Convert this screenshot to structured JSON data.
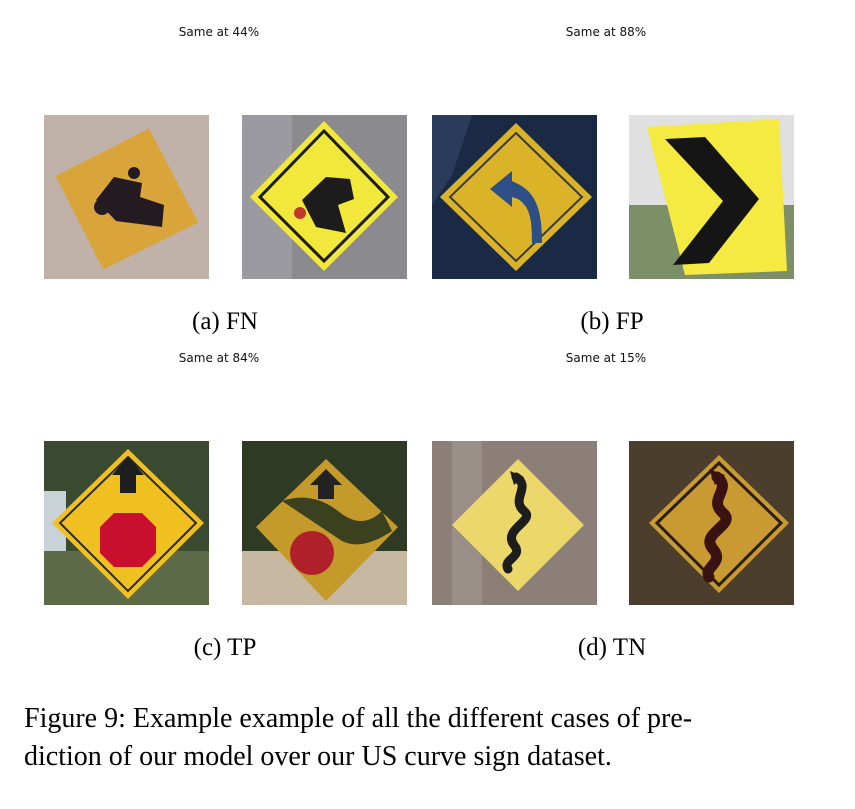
{
  "panels": [
    {
      "id": "a",
      "title": "Same at 44%",
      "label": "(a) FN",
      "images": [
        {
          "name": "falling-rocks-sign-icon"
        },
        {
          "name": "falling-rocks-sign-icon"
        }
      ]
    },
    {
      "id": "b",
      "title": "Same at 88%",
      "label": "(b) FP",
      "images": [
        {
          "name": "curve-left-arrow-sign-icon"
        },
        {
          "name": "chevron-right-sign-icon"
        }
      ]
    },
    {
      "id": "c",
      "title": "Same at 84%",
      "label": "(c) TP",
      "images": [
        {
          "name": "stop-ahead-sign-icon"
        },
        {
          "name": "stop-ahead-sign-icon"
        }
      ]
    },
    {
      "id": "d",
      "title": "Same at 15%",
      "label": "(d) TN",
      "images": [
        {
          "name": "winding-road-sign-icon"
        },
        {
          "name": "winding-road-sign-icon"
        }
      ]
    }
  ],
  "caption": "Figure 9: Example example of all the different cases of prediction of our model over our US curve sign dataset.",
  "caption_lines": [
    "Figure 9: Example example of all the different cases of pre-",
    "diction of our model over our US curve sign dataset."
  ],
  "colors": {
    "sign_yellow": "#f2c21b",
    "sign_black": "#1a1a1a",
    "stop_red": "#c8102e"
  }
}
